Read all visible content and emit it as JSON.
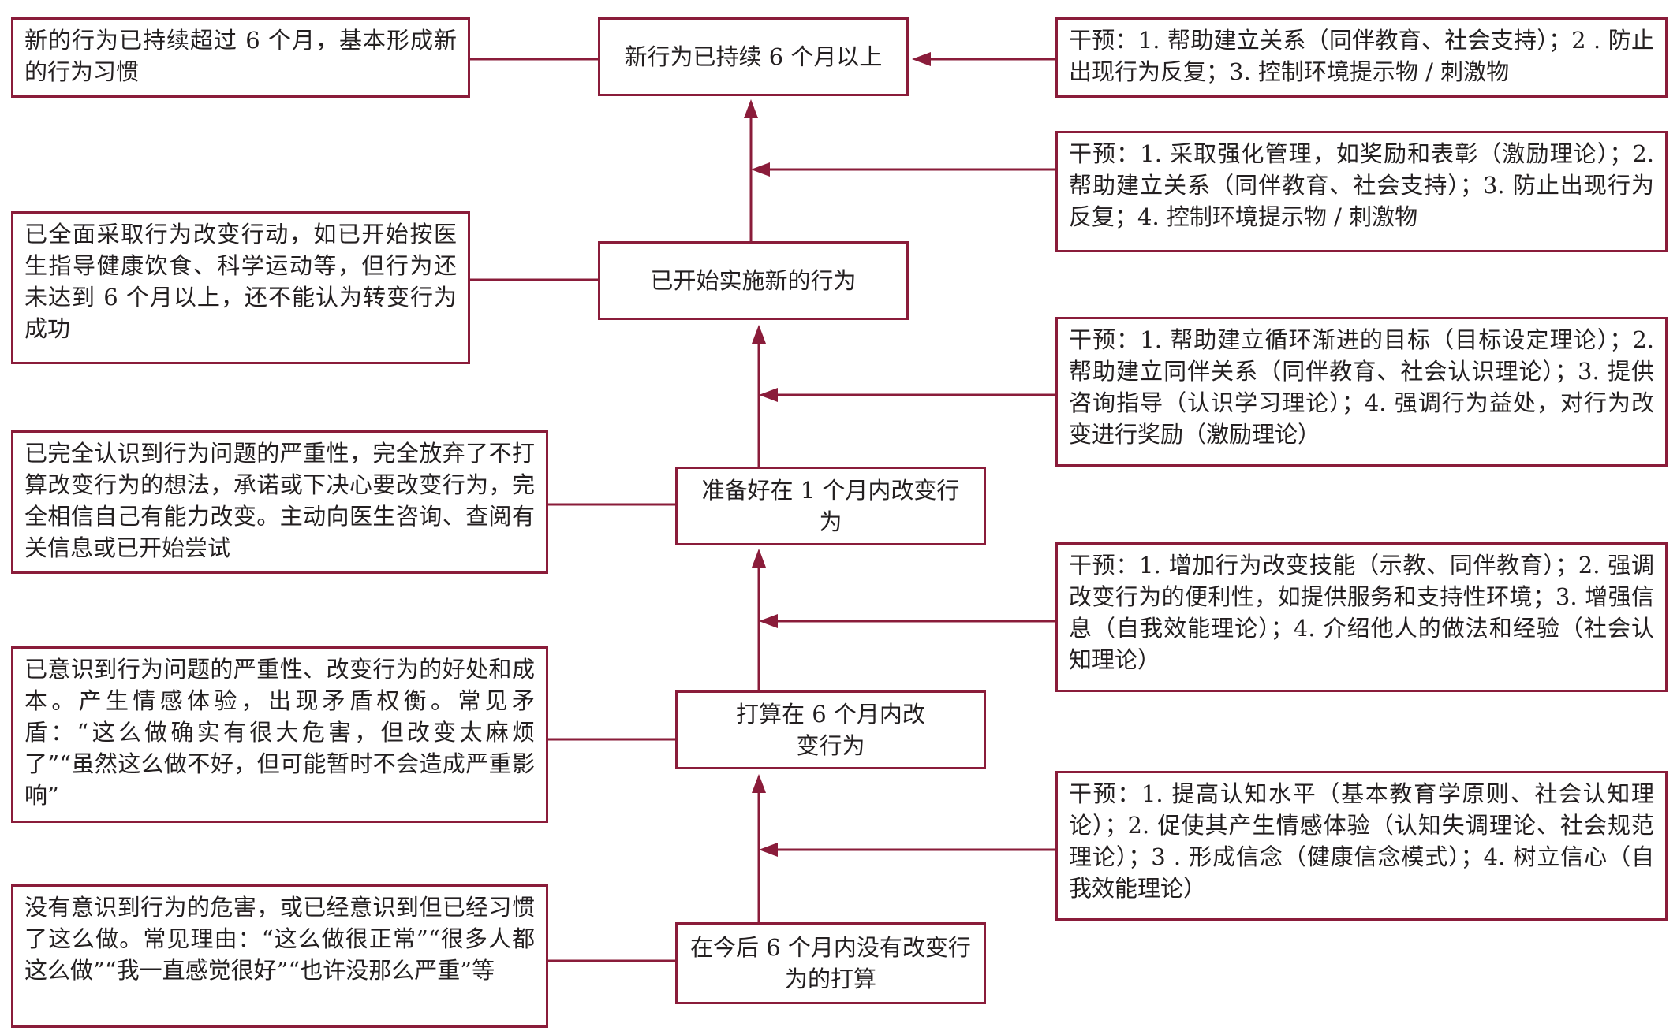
{
  "colors": {
    "accent": "#8a1c3a",
    "text": "#231f20",
    "background": "#ffffff"
  },
  "stages": [
    {
      "id": "maintenance",
      "label": "新行为已持续 6 个月以上"
    },
    {
      "id": "action",
      "label": "已开始实施新的行为"
    },
    {
      "id": "preparation",
      "label": "准备好在 1 个月内改变行为"
    },
    {
      "id": "contemplation",
      "label": "打算在 6 个月内改变行为"
    },
    {
      "id": "precontemplation",
      "label": "在今后 6 个月内没有改变行为的打算"
    }
  ],
  "descriptions": [
    {
      "id": "maintenance",
      "text": "新的行为已持续超过 6 个月，基本形成新的行为习惯"
    },
    {
      "id": "action",
      "text": "已全面采取行为改变行动，如已开始按医生指导健康饮食、科学运动等，但行为还未达到 6 个月以上，还不能认为转变行为成功"
    },
    {
      "id": "preparation",
      "text": "已完全认识到行为问题的严重性，完全放弃了不打算改变行为的想法，承诺或下决心要改变行为，完全相信自己有能力改变。主动向医生咨询、查阅有关信息或已开始尝试"
    },
    {
      "id": "contemplation",
      "text": "已意识到行为问题的严重性、改变行为的好处和成本。产生情感体验，出现矛盾权衡。常见矛盾：“这么做确实有很大危害，但改变太麻烦了”“虽然这么做不好，但可能暂时不会造成严重影响”"
    },
    {
      "id": "precontemplation",
      "text": "没有意识到行为的危害，或已经意识到但已经习惯了这么做。常见理由：“这么做很正常”“很多人都这么做”“我一直感觉很好”“也许没那么严重”等"
    }
  ],
  "interventions": [
    {
      "id": "to-maintenance-stage",
      "text": "干预：1. 帮助建立关系（同伴教育、社会支持）；2 . 防止出现行为反复；3. 控制环境提示物 / 刺激物"
    },
    {
      "id": "action-to-maintenance",
      "text": "干预：1. 采取强化管理，如奖励和表彰（激励理论）；2. 帮助建立关系（同伴教育、社会支持）；3. 防止出现行为反复；4. 控制环境提示物 / 刺激物"
    },
    {
      "id": "preparation-to-action",
      "text": "干预：1. 帮助建立循环渐进的目标（目标设定理论）；2. 帮助建立同伴关系（同伴教育、社会认识理论）；3. 提供咨询指导（认识学习理论）；4. 强调行为益处，对行为改变进行奖励（激励理论）"
    },
    {
      "id": "contemplation-to-preparation",
      "text": "干预：1. 增加行为改变技能（示教、同伴教育）；2. 强调改变行为的便利性，如提供服务和支持性环境；3. 增强信息（自我效能理论）；4. 介绍他人的做法和经验（社会认知理论）"
    },
    {
      "id": "precontemplation-to-contemplation",
      "text": "干预：1. 提高认知水平（基本教育学原则、社会认知理论）；2. 促使其产生情感体验（认知失调理论、社会规范理论）；3 . 形成信念（健康信念模式）；4. 树立信心（自我效能理论）"
    }
  ]
}
